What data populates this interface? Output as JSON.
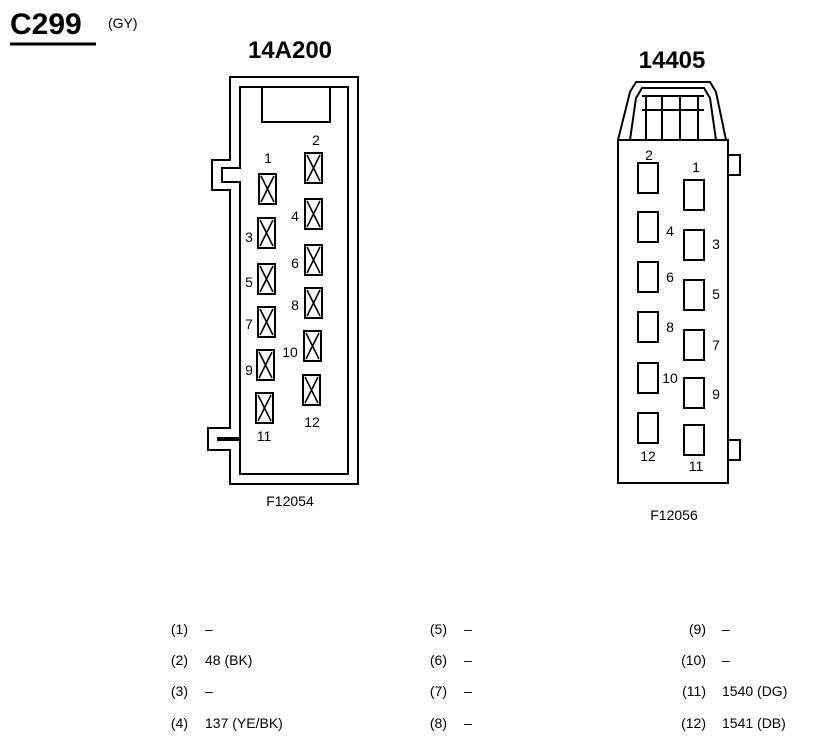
{
  "connector": {
    "id": "C299",
    "color_code": "(GY)"
  },
  "left": {
    "part": "14A200",
    "figure": "F12054",
    "pins": [
      "1",
      "2",
      "3",
      "4",
      "5",
      "6",
      "7",
      "8",
      "9",
      "10",
      "11",
      "12"
    ]
  },
  "right": {
    "part": "14405",
    "figure": "F12056",
    "pins": [
      "1",
      "2",
      "3",
      "4",
      "5",
      "6",
      "7",
      "8",
      "9",
      "10",
      "11",
      "12"
    ]
  },
  "table": [
    {
      "pin": "(1)",
      "circuit": "–"
    },
    {
      "pin": "(2)",
      "circuit": "48 (BK)"
    },
    {
      "pin": "(3)",
      "circuit": "–"
    },
    {
      "pin": "(4)",
      "circuit": "137 (YE/BK)"
    },
    {
      "pin": "(5)",
      "circuit": "–"
    },
    {
      "pin": "(6)",
      "circuit": "–"
    },
    {
      "pin": "(7)",
      "circuit": "–"
    },
    {
      "pin": "(8)",
      "circuit": "–"
    },
    {
      "pin": "(9)",
      "circuit": "–"
    },
    {
      "pin": "(10)",
      "circuit": "–"
    },
    {
      "pin": "(11)",
      "circuit": "1540 (DG)"
    },
    {
      "pin": "(12)",
      "circuit": "1541 (DB)"
    }
  ]
}
